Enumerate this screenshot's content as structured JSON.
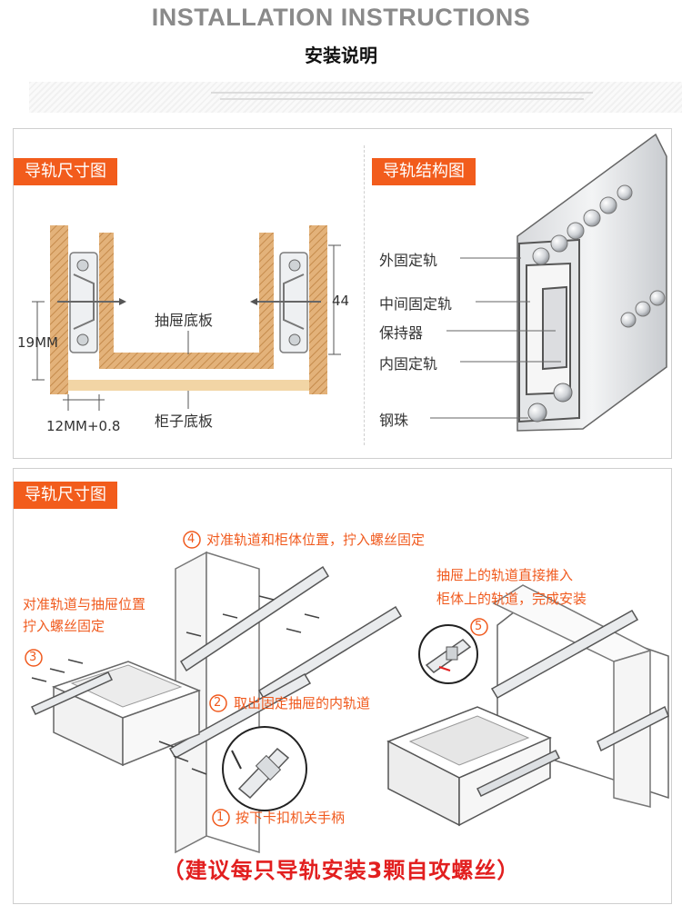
{
  "header": {
    "title": "INSTALLATION INSTRUCTIONS",
    "subtitle": "安装说明"
  },
  "panel_dimensions": {
    "tag": "导轨尺寸图",
    "drawer_bottom_label": "抽屉底板",
    "cabinet_bottom_label": "柜子底板",
    "dim_left": "19MM",
    "dim_right": "44",
    "dim_bottom": "12MM+0.8"
  },
  "panel_structure": {
    "tag": "导轨结构图",
    "labels": [
      "外固定轨",
      "中间固定轨",
      "保持器",
      "内固定轨",
      "钢珠"
    ]
  },
  "panel_install": {
    "tag": "导轨尺寸图",
    "step4": "对准轨道和柜体位置，拧入螺丝固定",
    "step4_num": "4",
    "step3_line1": "对准轨道与抽屉位置",
    "step3_line2": "拧入螺丝固定",
    "step3_num": "3",
    "step2": "取出固定抽屉的内轨道",
    "step2_num": "2",
    "step1": "按下卡扣机关手柄",
    "step1_num": "1",
    "step5_line1": "抽屉上的轨道直接推入",
    "step5_line2": "柜体上的轨道，完成安装",
    "step5_num": "5"
  },
  "footer_note": "（建议每只导轨安装3颗自攻螺丝）",
  "colors": {
    "accent": "#f25c1c",
    "wood": "#e3b27a",
    "note": "#e21f1f"
  }
}
